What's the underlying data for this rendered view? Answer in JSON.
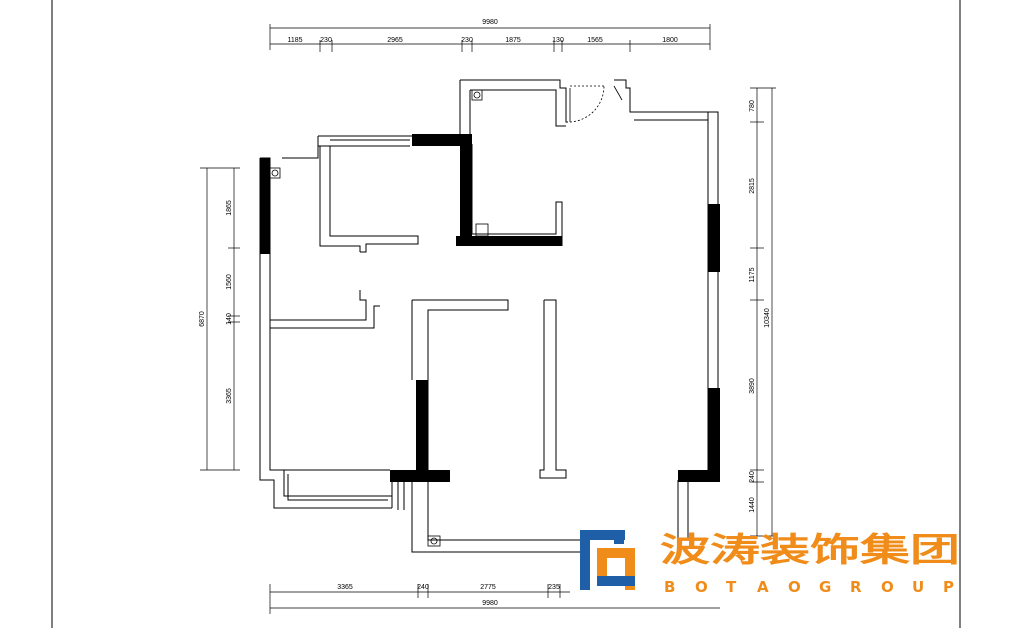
{
  "dimensions": {
    "top_total": "9980",
    "top_segments": [
      "1185",
      "230",
      "2965",
      "230",
      "1875",
      "130",
      "1565",
      "1800"
    ],
    "left_total": "6870",
    "left_segments": [
      "1865",
      "1560",
      "140",
      "3365"
    ],
    "right_total": "10340",
    "right_segments": [
      "780",
      "2815",
      "1175",
      "3890",
      "240",
      "1440"
    ],
    "bottom_segments": [
      "3365",
      "240",
      "2775",
      "235"
    ],
    "bottom_total": "9980"
  },
  "logo": {
    "name_cn": "波涛装饰集团",
    "name_en_letters": [
      "B",
      "O",
      "T",
      "A",
      "O",
      "G",
      "R",
      "O",
      "U",
      "P"
    ],
    "colors": {
      "orange": "#f08c1a",
      "blue": "#1f5fa8"
    }
  }
}
